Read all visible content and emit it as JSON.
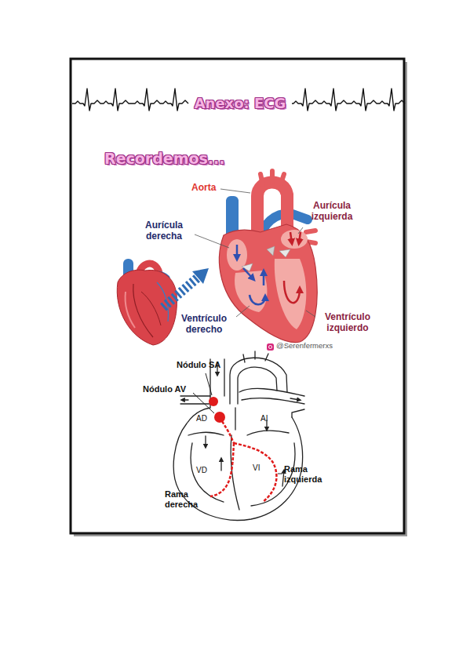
{
  "diagram": {
    "title": "Anexo: ECG",
    "labels": [
      "Recordemos...",
      "Aorta",
      "Aurícula izquierda",
      "Aurícula derecha",
      "Ventrículo derecho",
      "Ventrículo izquierdo",
      "@Serenfermerxs",
      "Nódulo SA",
      "Nódulo AV",
      "AD",
      "AI",
      "VD",
      "VI",
      "Rama izquierda",
      "Rama derecha"
    ]
  }
}
